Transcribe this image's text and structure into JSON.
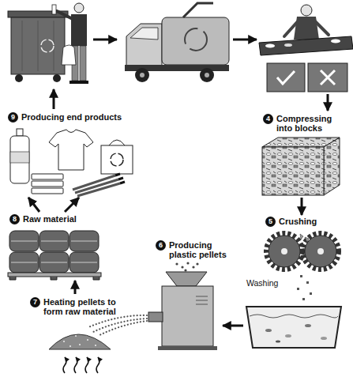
{
  "diagram": {
    "nodes": [
      {
        "text": [
          "4",
          "Compressing into blocks"
        ]
      },
      {
        "text": [
          "5",
          "Crushing"
        ]
      },
      {
        "text": [
          "6",
          "Producing plastic pellets"
        ]
      },
      {
        "text": [
          "7",
          "Heating pellets to form raw material"
        ]
      },
      {
        "text": [
          "8",
          "Raw material"
        ]
      },
      {
        "text": [
          "9",
          "Producing end products"
        ]
      }
    ],
    "edges": [
      {
        "from": 0,
        "to": 1,
        "arrow": "to"
      },
      {
        "from": 1,
        "to": 2,
        "arrow": "to"
      },
      {
        "from": 3,
        "to": 4,
        "arrow": "to"
      },
      {
        "from": 4,
        "to": 5,
        "arrow": "to"
      },
      {
        "from": 4,
        "to": 5,
        "arrow": "to"
      }
    ],
    "labels": [
      "Washing"
    ]
  }
}
